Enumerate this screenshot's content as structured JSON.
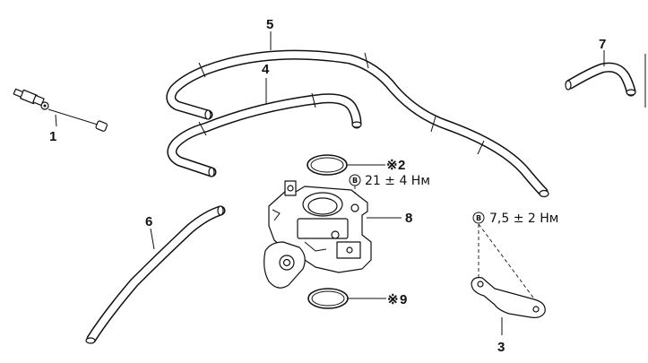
{
  "labels": {
    "p1": "1",
    "p2": "2",
    "p3": "3",
    "p4": "4",
    "p5": "5",
    "p6": "6",
    "p7": "7",
    "p8": "8",
    "p9": "9"
  },
  "marks": {
    "reference": "※",
    "bolt": "B"
  },
  "torque": {
    "throttle_body": "21 ± 4 Нм",
    "bracket": "7,5 ± 2 Нм"
  }
}
